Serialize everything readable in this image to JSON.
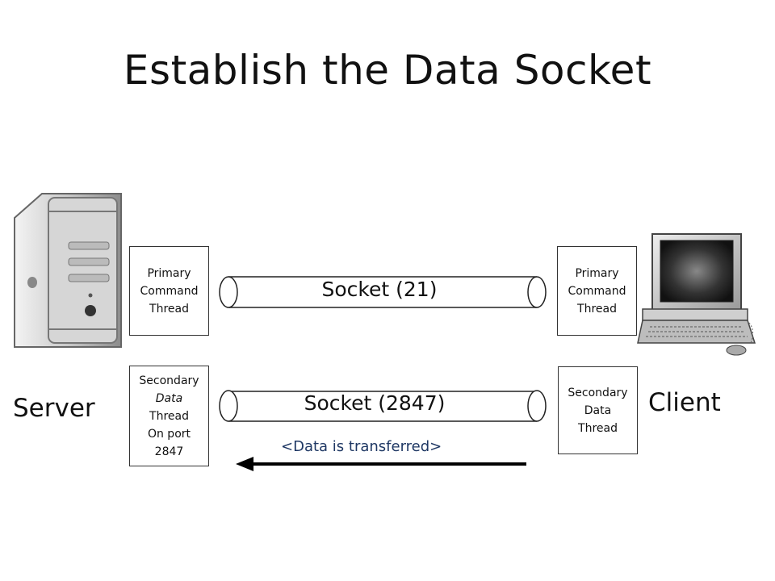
{
  "title": "Establish the Data Socket",
  "server_label": "Server",
  "client_label": "Client",
  "server_primary": [
    "Primary",
    "Command",
    "Thread"
  ],
  "client_primary": [
    "Primary",
    "Command",
    "Thread"
  ],
  "server_secondary": [
    "Secondary",
    "Data",
    "Thread",
    "On port",
    "2847"
  ],
  "client_secondary": [
    "Secondary",
    "Data",
    "Thread"
  ],
  "socket_control_label": "Socket (21)",
  "socket_data_label": "Socket (2847)",
  "transfer_label": "<Data is transferred>",
  "icons": {
    "server": "server-tower-icon",
    "client": "desktop-computer-icon",
    "arrow": "left-arrow-icon"
  }
}
